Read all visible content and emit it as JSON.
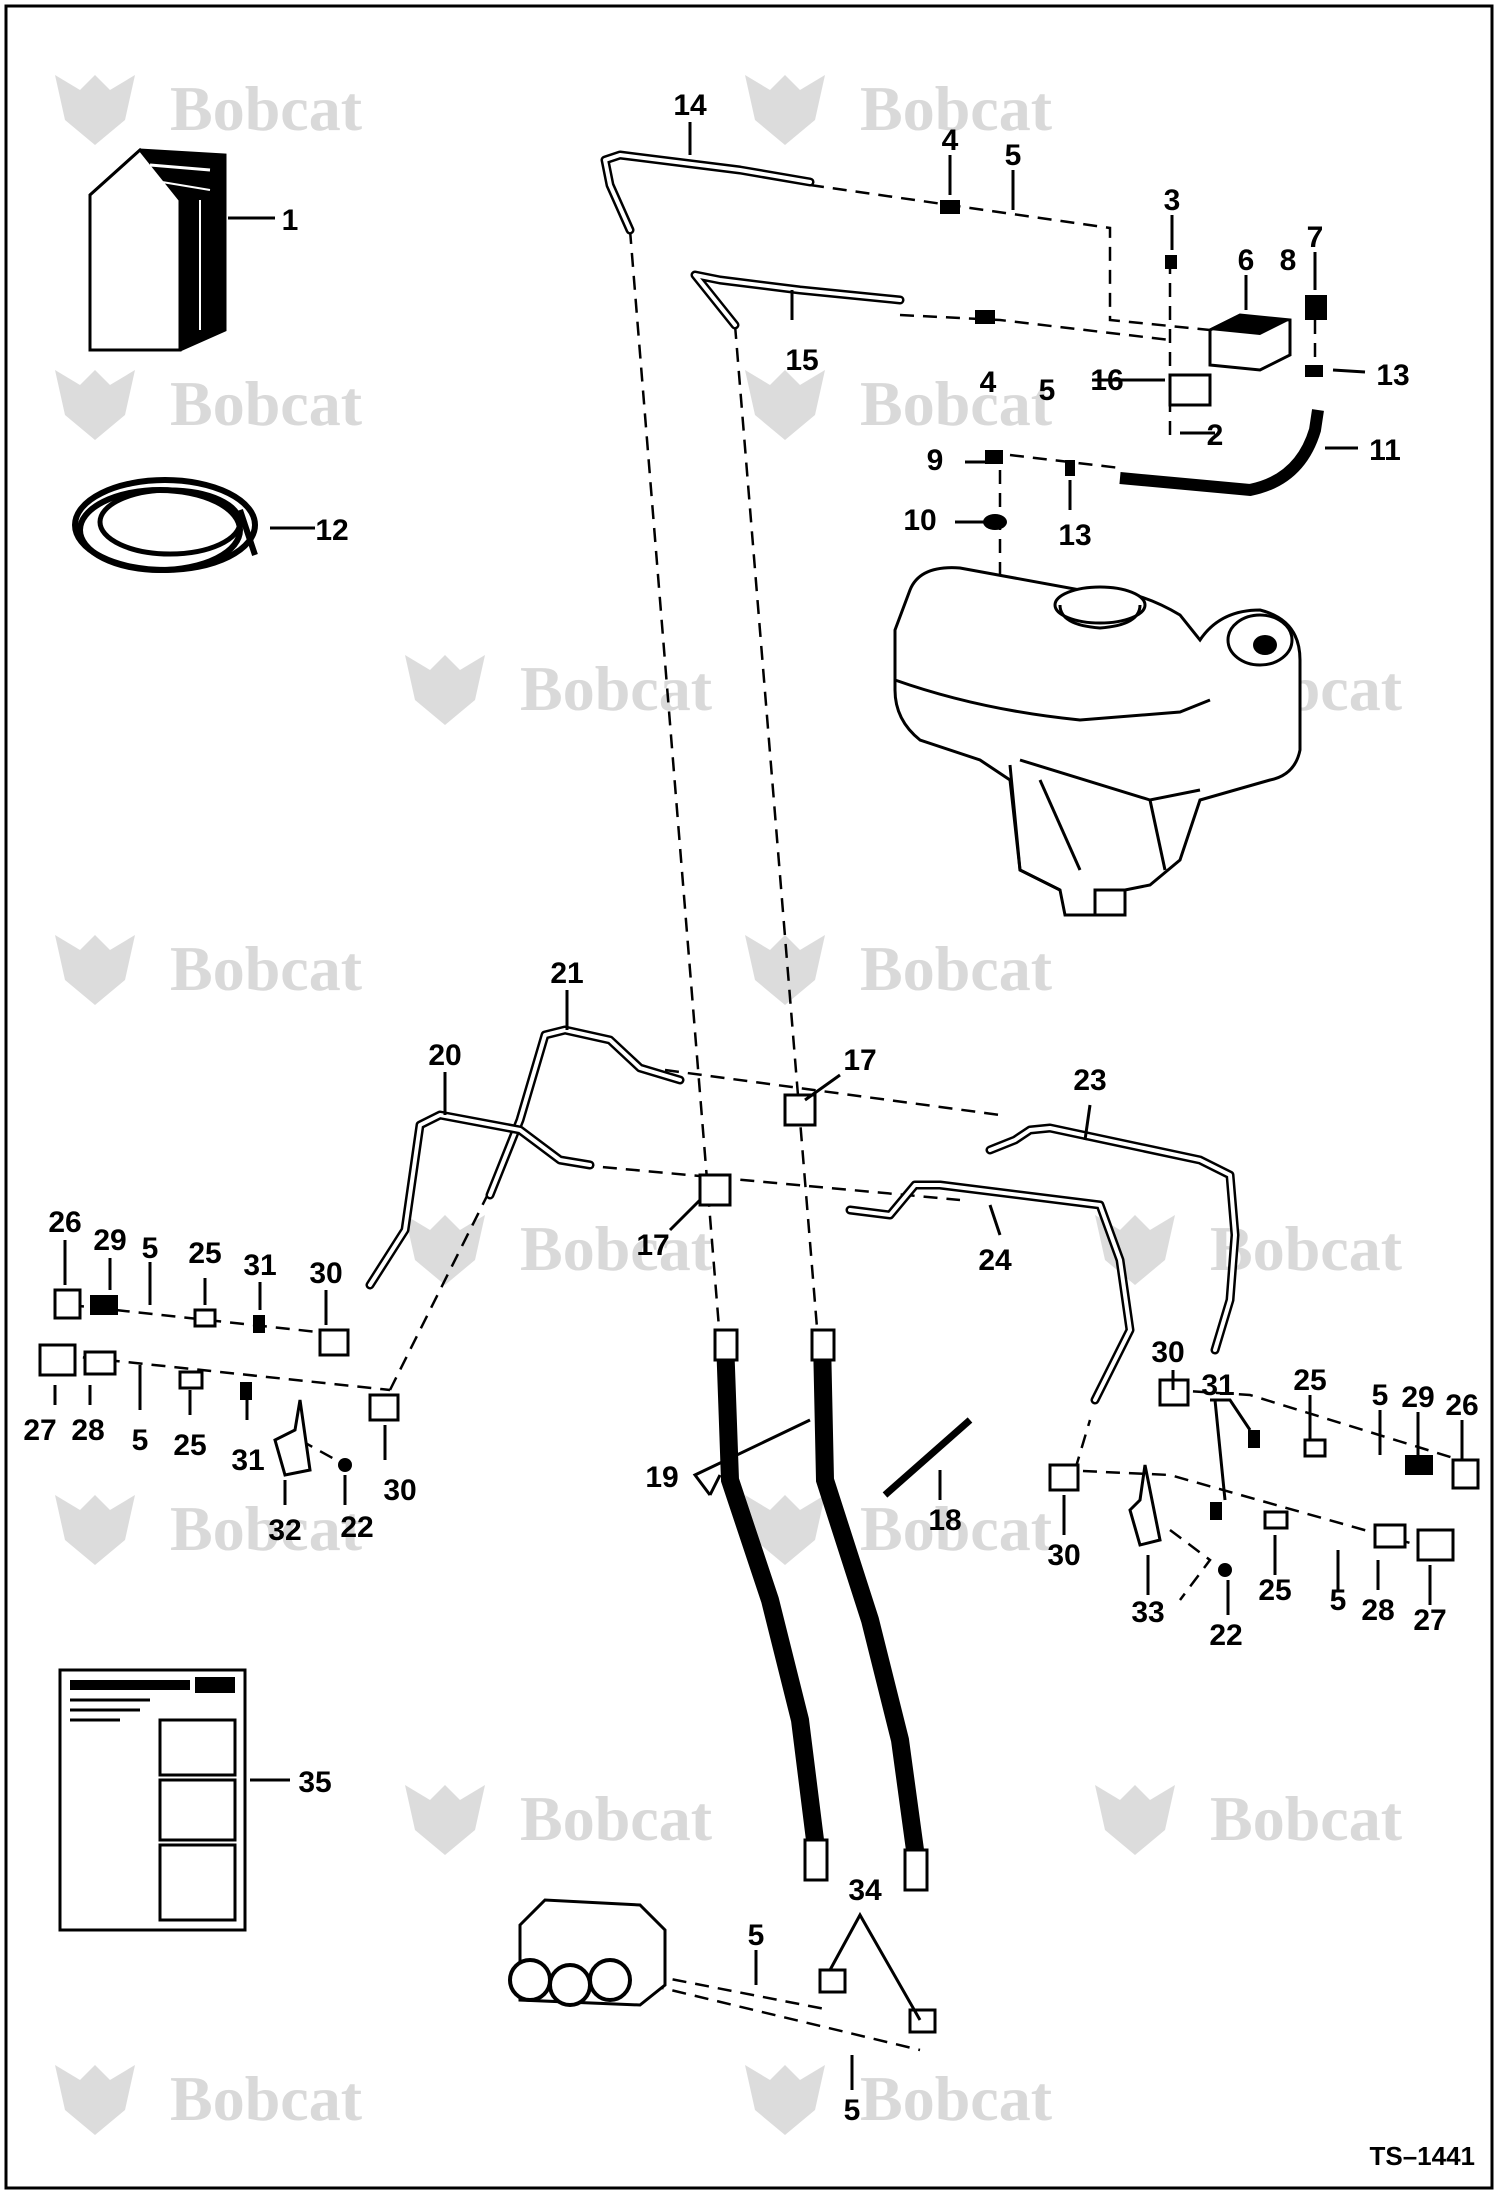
{
  "diagram": {
    "watermark_text": "Bobcat",
    "reference": "TS–1441",
    "callouts": [
      {
        "id": "c1",
        "label": "1"
      },
      {
        "id": "c2",
        "label": "2"
      },
      {
        "id": "c3",
        "label": "3"
      },
      {
        "id": "c4a",
        "label": "4"
      },
      {
        "id": "c4b",
        "label": "4"
      },
      {
        "id": "c5a",
        "label": "5"
      },
      {
        "id": "c5b",
        "label": "5"
      },
      {
        "id": "c5c",
        "label": "5"
      },
      {
        "id": "c5d",
        "label": "5"
      },
      {
        "id": "c5e",
        "label": "5"
      },
      {
        "id": "c5f",
        "label": "5"
      },
      {
        "id": "c5g",
        "label": "5"
      },
      {
        "id": "c5h",
        "label": "5"
      },
      {
        "id": "c6",
        "label": "6"
      },
      {
        "id": "c7",
        "label": "7"
      },
      {
        "id": "c8",
        "label": "8"
      },
      {
        "id": "c9",
        "label": "9"
      },
      {
        "id": "c10",
        "label": "10"
      },
      {
        "id": "c11",
        "label": "11"
      },
      {
        "id": "c12",
        "label": "12"
      },
      {
        "id": "c13a",
        "label": "13"
      },
      {
        "id": "c13b",
        "label": "13"
      },
      {
        "id": "c14",
        "label": "14"
      },
      {
        "id": "c15",
        "label": "15"
      },
      {
        "id": "c16",
        "label": "16"
      },
      {
        "id": "c17a",
        "label": "17"
      },
      {
        "id": "c17b",
        "label": "17"
      },
      {
        "id": "c18",
        "label": "18"
      },
      {
        "id": "c19",
        "label": "19"
      },
      {
        "id": "c20",
        "label": "20"
      },
      {
        "id": "c21",
        "label": "21"
      },
      {
        "id": "c22a",
        "label": "22"
      },
      {
        "id": "c22b",
        "label": "22"
      },
      {
        "id": "c23",
        "label": "23"
      },
      {
        "id": "c24",
        "label": "24"
      },
      {
        "id": "c25a",
        "label": "25"
      },
      {
        "id": "c25b",
        "label": "25"
      },
      {
        "id": "c25c",
        "label": "25"
      },
      {
        "id": "c25d",
        "label": "25"
      },
      {
        "id": "c26a",
        "label": "26"
      },
      {
        "id": "c26b",
        "label": "26"
      },
      {
        "id": "c27a",
        "label": "27"
      },
      {
        "id": "c27b",
        "label": "27"
      },
      {
        "id": "c28a",
        "label": "28"
      },
      {
        "id": "c28b",
        "label": "28"
      },
      {
        "id": "c29a",
        "label": "29"
      },
      {
        "id": "c29b",
        "label": "29"
      },
      {
        "id": "c30a",
        "label": "30"
      },
      {
        "id": "c30b",
        "label": "30"
      },
      {
        "id": "c30c",
        "label": "30"
      },
      {
        "id": "c30d",
        "label": "30"
      },
      {
        "id": "c31a",
        "label": "31"
      },
      {
        "id": "c31b",
        "label": "31"
      },
      {
        "id": "c31c",
        "label": "31"
      },
      {
        "id": "c32",
        "label": "32"
      },
      {
        "id": "c33",
        "label": "33"
      },
      {
        "id": "c34",
        "label": "34"
      },
      {
        "id": "c35",
        "label": "35"
      }
    ]
  }
}
